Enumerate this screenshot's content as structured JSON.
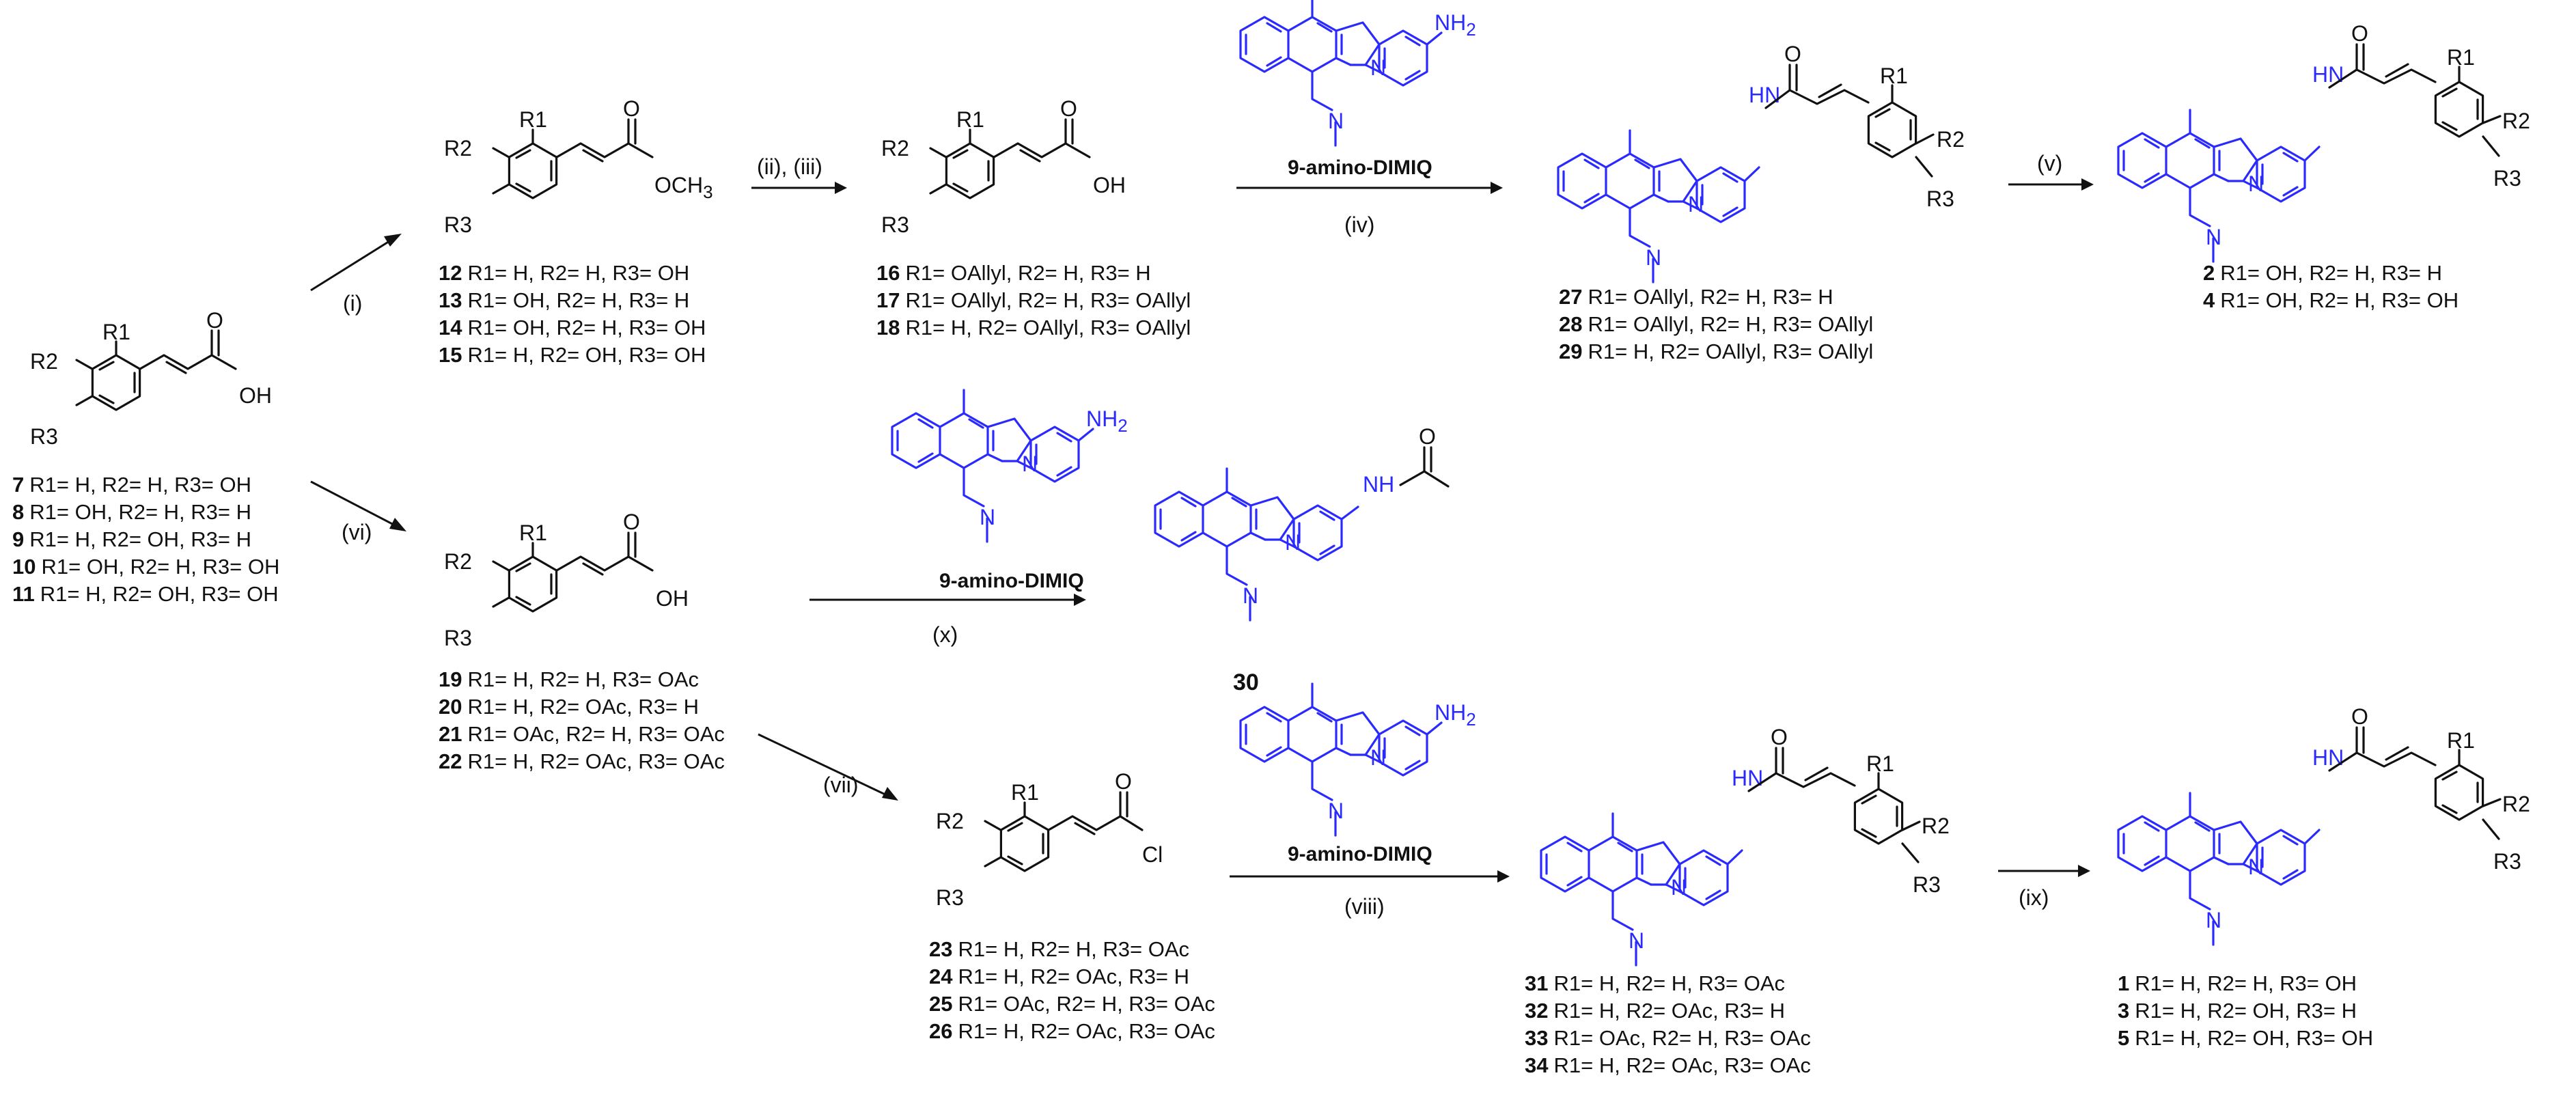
{
  "reagent_name": "9-amino-DIMIQ",
  "atoms": {
    "R1": "R1",
    "R2": "R2",
    "R3": "R3",
    "OH": "OH",
    "O": "O",
    "OCH3": "OCH",
    "OCH3_sub": "3",
    "Cl": "Cl",
    "NH": "HN",
    "NH_alt": "NH",
    "N": "N",
    "NH2": "NH",
    "NH2_sub": "2"
  },
  "conditions": {
    "i": "(i)",
    "ii_iii": "(ii), (iii)",
    "iv": "(iv)",
    "v": "(v)",
    "vi": "(vi)",
    "vii": "(vii)",
    "viii": "(viii)",
    "ix": "(ix)",
    "x": "(x)"
  },
  "groups": {
    "start": [
      {
        "num": "7",
        "sub": "R1= H, R2= H, R3= OH"
      },
      {
        "num": "8",
        "sub": "R1= OH, R2= H, R3= H"
      },
      {
        "num": "9",
        "sub": "R1= H, R2= OH, R3= H"
      },
      {
        "num": "10",
        "sub": "R1= OH, R2= H, R3= OH"
      },
      {
        "num": "11",
        "sub": "R1= H, R2= OH, R3= OH"
      }
    ],
    "esters": [
      {
        "num": "12",
        "sub": "R1= H, R2= H, R3= OH"
      },
      {
        "num": "13",
        "sub": "R1= OH, R2= H, R3= H"
      },
      {
        "num": "14",
        "sub": "R1= OH, R2= H, R3= OH"
      },
      {
        "num": "15",
        "sub": "R1= H, R2= OH, R3= OH"
      }
    ],
    "allyl_acids": [
      {
        "num": "16",
        "sub": "R1= OAllyl, R2= H, R3= H"
      },
      {
        "num": "17",
        "sub": "R1= OAllyl, R2= H, R3= OAllyl"
      },
      {
        "num": "18",
        "sub": "R1= H, R2= OAllyl, R3= OAllyl"
      }
    ],
    "allyl_amides": [
      {
        "num": "27",
        "sub": "R1= OAllyl, R2= H, R3= H"
      },
      {
        "num": "28",
        "sub": "R1= OAllyl, R2= H, R3= OAllyl"
      },
      {
        "num": "29",
        "sub": "R1= H, R2= OAllyl, R3= OAllyl"
      }
    ],
    "products_a": [
      {
        "num": "2",
        "sub": "R1= OH, R2= H, R3= H"
      },
      {
        "num": "4",
        "sub": "R1= OH, R2= H, R3= OH"
      }
    ],
    "acetyl_acids": [
      {
        "num": "19",
        "sub": "R1= H, R2= H, R3= OAc"
      },
      {
        "num": "20",
        "sub": "R1= H, R2= OAc, R3= H"
      },
      {
        "num": "21",
        "sub": "R1= OAc, R2= H, R3= OAc"
      },
      {
        "num": "22",
        "sub": "R1= H, R2= OAc, R3= OAc"
      }
    ],
    "acid_chlorides": [
      {
        "num": "23",
        "sub": "R1= H, R2= H, R3= OAc"
      },
      {
        "num": "24",
        "sub": "R1= H, R2= OAc, R3= H"
      },
      {
        "num": "25",
        "sub": "R1= OAc, R2= H, R3= OAc"
      },
      {
        "num": "26",
        "sub": "R1= H, R2= OAc, R3= OAc"
      }
    ],
    "acetyl_amides": [
      {
        "num": "31",
        "sub": "R1= H, R2= H, R3= OAc"
      },
      {
        "num": "32",
        "sub": "R1= H, R2= OAc, R3= H"
      },
      {
        "num": "33",
        "sub": "R1= OAc, R2= H, R3= OAc"
      },
      {
        "num": "34",
        "sub": "R1= H, R2= OAc, R3= OAc"
      }
    ],
    "products_b": [
      {
        "num": "1",
        "sub": "R1= H, R2= H, R3= OH"
      },
      {
        "num": "3",
        "sub": "R1= H, R2= OH, R3= H"
      },
      {
        "num": "5",
        "sub": "R1= H, R2= OH, R3= OH"
      }
    ]
  },
  "compound_30": "30"
}
